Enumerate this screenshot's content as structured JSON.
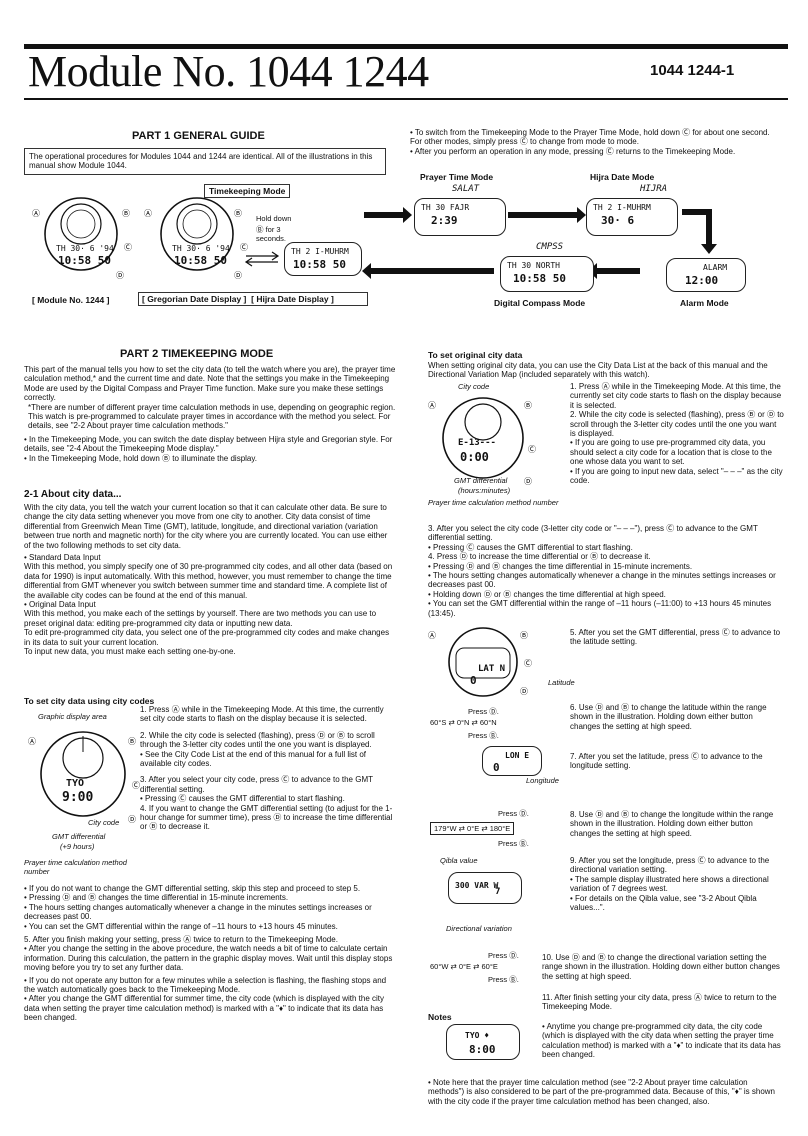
{
  "header": {
    "title": "Module No. 1044 1244",
    "code": "1044 1244-1"
  },
  "part1": {
    "heading": "PART 1 GENERAL GUIDE",
    "intro": "The operational procedures for Modules 1044 and 1244 are identical. All of the illustrations in this manual show Module 1044.",
    "timekeeping_label": "Timekeeping Mode",
    "hold_down": "Hold down",
    "for3": "for 3",
    "seconds": "seconds.",
    "cap_module": "[ Module No. 1244 ]",
    "cap_gregorian": "[ Gregorian Date Display ]",
    "cap_hijra": "[ Hijra Date Display ]",
    "bullet1": "• To switch from the Timekeeping Mode to the Prayer Time Mode, hold down Ⓒ for about one second. For other modes, simply press Ⓒ to change from mode to mode.",
    "bullet2": "• After you perform an operation in any mode, pressing Ⓒ returns to the Timekeeping Mode.",
    "prayer_label": "Prayer Time Mode",
    "hijra_label": "Hijra Date Mode",
    "compass_label": "Digital Compass Mode",
    "alarm_label": "Alarm Mode",
    "lcd": {
      "w1a": "TH 30· 6 '94",
      "w1b": "10:58 50",
      "w2a": "TH 30· 6 '94",
      "w2b": "10:58 50",
      "w3a": "TH 2 I-MUHRM",
      "w3b": "10:58 50",
      "prayer_top": "SALAT",
      "prayer_a": "TH 30 FAJR",
      "prayer_b": "2:39",
      "hijra_top": "HIJRA",
      "hijra_a": "TH 2 I-MUHRM",
      "hijra_b": "30· 6",
      "compass_top": "CMPSS",
      "compass_a": "TH 30 NORTH",
      "compass_b": "10:58 50",
      "alarm_a": "ALARM",
      "alarm_b": "12:00"
    }
  },
  "part2": {
    "heading": "PART 2 TIMEKEEPING MODE",
    "intro": "This part of the manual tells you how to set the city data (to tell the watch where you are), the prayer time calculation method,* and the current time and date. Note that the settings you make in the Timekeeping Mode are used by the Digital Compass and Prayer Time function. Make sure you make these settings correctly.",
    "note": "*There are number of different prayer time calculation methods in use, depending on geographic region. This watch is pre-programmed to calculate prayer times in accordance with the method you select. For details, see \"2-2 About prayer time calculation methods.\"",
    "b1": "• In the Timekeeping Mode, you can switch the date display between Hijra style and Gregorian style. For details, see \"2-4 About the Timekeeping Mode display.\"",
    "b2": "• In the Timekeeping Mode, hold down Ⓑ to illuminate the display.",
    "s21_heading": "2-1 About city data...",
    "s21_p1": "With the city data, you tell the watch your current location so that it can calculate other data. Be sure to change the city data setting whenever you move from one city to another. City data consist of time differential from Greenwich Mean Time (GMT), latitude, longitude, and directional variation (variation between true north and magnetic north) for the city where you are currently located. You can use either of the two following methods to set city data.",
    "s21_std_h": "• Standard Data Input",
    "s21_std": "With this method, you simply specify one of 30 pre-programmed city codes, and all other data (based on data for 1990) is input automatically. With this method, however, you must remember to change the time differential from GMT whenever you switch between summer time and standard time. A complete list of the available city codes can be found at the end of this manual.",
    "s21_orig_h": "• Original Data Input",
    "s21_orig": "With this method, you make each of the settings by yourself. There are two methods you can use to preset original data: editing pre-programmed city data or inputting new data.",
    "s21_edit": "To edit pre-programmed city data, you select one of the pre-programmed city codes and make changes in its data to suit your current location.",
    "s21_new": "To input new data, you must make each setting one-by-one.",
    "codes_heading": "To set city data using city codes",
    "graphic_area": "Graphic display area",
    "city_code": "City code",
    "gmt_diff": "GMT differential",
    "gmt_val": "(+9 hours)",
    "prayer_method": "Prayer time calculation method number",
    "lcd_tyo": "TYO",
    "lcd_900": "9:00",
    "c1": "1. Press Ⓐ while in the Timekeeping Mode. At this time, the currently set city code starts to flash on the display because it is selected.",
    "c2": "2. While the city code is selected (flashing), press Ⓓ or Ⓑ to scroll through the 3-letter city codes until the one you want is displayed.",
    "c2b": "• See the City Code List at the end of this manual for a full list of available city codes.",
    "c3": "3. After you select your city code, press Ⓒ to advance to the GMT differential setting.",
    "c3b": "• Pressing Ⓒ causes the GMT differential to start flashing.",
    "c4": "4. If you want to change the GMT differential setting (to adjust for the 1-hour change for summer time), press Ⓓ to increase the time differential or Ⓑ to decrease it.",
    "l1": "• If you do not want to change the GMT differential setting, skip this step and proceed to step 5.",
    "l2": "• Pressing Ⓓ and Ⓑ changes the time differential in 15-minute increments.",
    "l3": "• The hours setting changes automatically whenever a change in the minutes settings increases or decreases past 00.",
    "l4": "• You can set the GMT differential within the range of –11 hours to +13 hours 45 minutes.",
    "l5": "5. After you finish making your setting, press Ⓐ twice to return to the Timekeeping Mode.",
    "l6": "• After you change the setting in the above procedure, the watch needs a bit of time to calculate certain information. During this calculation, the pattern in the graphic display moves. Wait until this display stops moving before you try to set any further data.",
    "l7": "• If you do not operate any button for a few minutes while a selection is flashing, the flashing stops and the watch automatically goes back to the Timekeeping Mode.",
    "l8": "• After you change the GMT differential for summer time, the city code (which is displayed with the city data when setting the prayer time calculation method) is marked with a \"♦\" to indicate that its data has been changed."
  },
  "right": {
    "orig_heading": "To set original city data",
    "orig_intro": "When setting original city data, you can use the City Data List at the back of this manual and the Directional Variation Map (included separately with this watch).",
    "city_code": "City code",
    "gmt_diff": "GMT differential",
    "hours_min": "(hours:minutes)",
    "method": "Prayer time calculation method number",
    "lcd_dash": "E-13---",
    "lcd_000": "0:00",
    "r1": "1. Press Ⓐ while in the Timekeeping Mode. At this time, the currently set city code starts to flash on the display because it is selected.",
    "r2": "2. While the city code is selected (flashing), press Ⓑ or Ⓓ to scroll through the 3-letter city codes until the one you want is displayed.",
    "r2b": "• If you are going to use pre-programmed city data, you should select a city code for a location that is close to the one whose data you want to set.",
    "r2c": "• If you are going to input new data, select \"– – –\" as the city code.",
    "r3": "3. After you select the city code (3-letter city code or \"– – –\"), press Ⓒ to advance to the GMT differential setting.",
    "r3a": "• Pressing Ⓒ causes the GMT differential to start flashing.",
    "r3b": "4. Press Ⓓ to increase the time differential or Ⓑ to decrease it.",
    "r3c": "• Pressing Ⓓ and Ⓑ changes the time differential in 15-minute increments.",
    "r3d": "• The hours setting changes automatically whenever a change in the minutes settings increases or decreases past 00.",
    "r3e": "• Holding down Ⓓ or Ⓑ changes the time differential at high speed.",
    "r3f": "• You can set the GMT differential within the range of –11 hours (–11:00) to +13 hours 45 minutes (13:45).",
    "r5": "5. After you set the GMT differential, press Ⓒ to advance to the latitude setting.",
    "latitude": "Latitude",
    "lcd_lat": "LAT N",
    "lcd_0": "0",
    "r6": "6. Use Ⓓ and Ⓑ to change the latitude within the range shown in the illustration. Holding down either button changes the setting at high speed.",
    "press_d": "Press Ⓓ.",
    "press_b": "Press Ⓑ.",
    "lat_s": "60°S",
    "lat_0": "0°N",
    "lat_n": "60°N",
    "r7": "7. After you set the latitude, press Ⓒ to advance to the longitude setting.",
    "longitude": "Longitude",
    "lcd_lon": "LON E",
    "r8": "8. Use Ⓓ and Ⓑ to change the longitude within the range shown in the illustration. Holding down either button changes the setting at high speed.",
    "lon_w": "179°W",
    "lon_0": "0°E",
    "lon_e": "180°E",
    "qibla": "Qibla value",
    "lcd_qibla": "300 VAR W",
    "lcd_7": "7",
    "r9": "9. After you set the longitude, press Ⓒ to advance to the directional variation setting.",
    "r9b": "• The sample display illustrated here shows a directional variation of 7 degrees west.",
    "r9c": "• For details on the Qibla value, see \"3-2 About Qibla values...\".",
    "dir_var": "Directional variation",
    "var_w": "60°W",
    "var_0": "0°E",
    "var_e": "60°E",
    "r10": "10. Use Ⓓ and Ⓑ to change the directional variation setting the range shown in the illustration. Holding down either button changes the setting at high speed.",
    "r11": "11. After finish setting your city data, press Ⓐ twice to return to the Timekeeping Mode.",
    "notes": "Notes",
    "lcd_note_a": "TYO ♦",
    "lcd_note_b": "8:00",
    "n1": "• Anytime you change pre-programmed city data, the city code (which is displayed with the city data when setting the prayer time calculation method) is marked with a \"♦\" to indicate that its data has been changed.",
    "n2": "• Note here that the prayer time calculation method (see \"2-2 About prayer time calculation methods\") is also considered to be part of the pre-programmed data. Because of this, \"♦\" is shown with the city code if the prayer time calculation method has been changed, also."
  }
}
